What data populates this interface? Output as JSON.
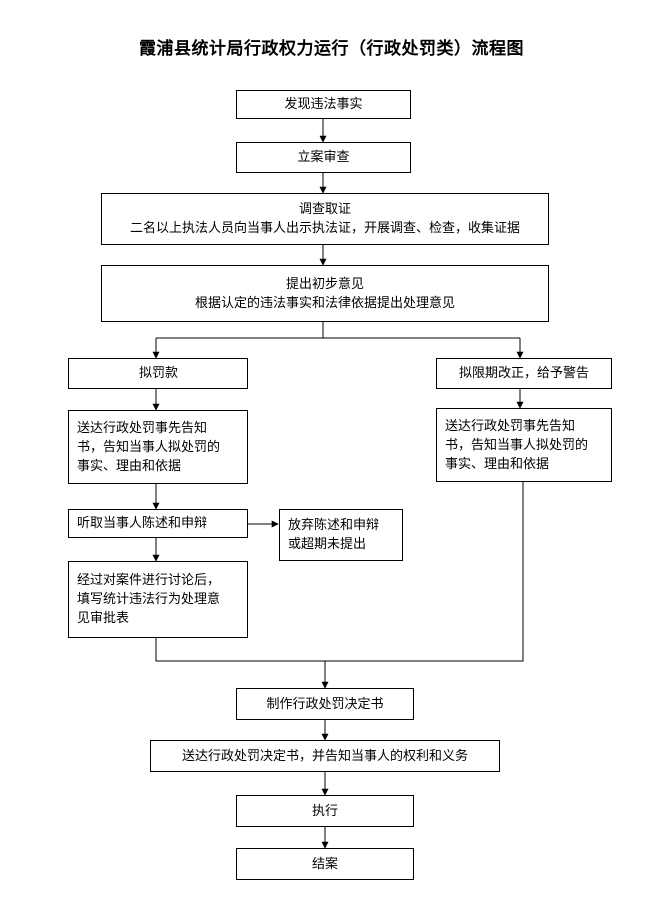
{
  "title": "霞浦县统计局行政权力运行（行政处罚类）流程图",
  "nodes": {
    "discover": "发现违法事实",
    "file": "立案审查",
    "investigate": [
      "调查取证",
      "二名以上执法人员向当事人出示执法证，开展调查、检查，收集证据"
    ],
    "preliminary": [
      "提出初步意见",
      "根据认定的违法事实和法律依据提出处理意见"
    ],
    "fine": "拟罚款",
    "warning": "拟限期改正，给予警告",
    "notice_left": [
      "送达行政处罚事先告知",
      "书，告知当事人拟处罚的",
      "事实、理由和依据"
    ],
    "notice_right": [
      "送达行政处罚事先告知",
      "书，告知当事人拟处罚的",
      "事实、理由和依据"
    ],
    "hearing": "听取当事人陈述和申辩",
    "waive": [
      "放弃陈述和申辩",
      "或超期未提出"
    ],
    "discussion": [
      "经过对案件进行讨论后，",
      "填写统计违法行为处理意",
      "见审批表"
    ],
    "decision": "制作行政处罚决定书",
    "deliver": "送达行政处罚决定书，并告知当事人的权利和义务",
    "execute": "执行",
    "close": "结案"
  }
}
